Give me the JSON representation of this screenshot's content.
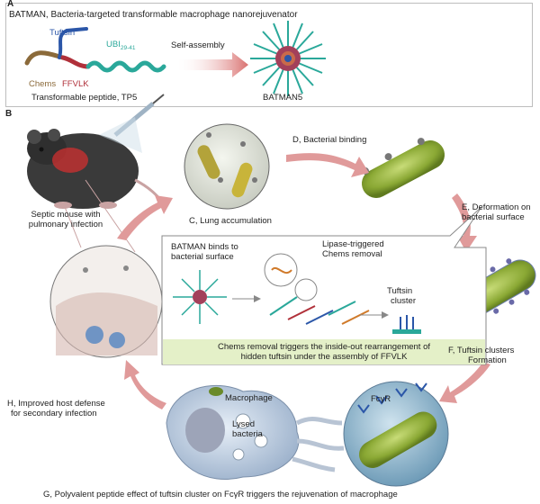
{
  "panel_a": {
    "letter": "A",
    "title": "BATMAN, Bacteria-targeted transformable macrophage nanorejuvenator",
    "tuftsin": "Tuftsin",
    "ubi_main": "UBI",
    "ubi_sub": "29-41",
    "chems": "Chems",
    "ffvlk": "FFVLK",
    "self_assembly": "Self-assembly",
    "peptide": "Transformable peptide, TP5",
    "nanoparticle": "BATMAN5"
  },
  "panel_b": {
    "letter": "B",
    "mouse": "Septic mouse with pulmonary infection",
    "c": "C, Lung accumulation",
    "d": "D, Bacterial binding",
    "e_line1": "E, Deformation on",
    "e_line2": "bacterial surface",
    "f_line1": "F, Tuftsin clusters",
    "f_line2": "Formation",
    "g": "G, Polyvalent peptide effect of tuftsin cluster on FcγR triggers the rejuvenation of macrophage",
    "h_line1": "H, Improved host defense",
    "h_line2": "for secondary infection",
    "binds_line1": "BATMAN binds to",
    "binds_line2": "bacterial surface",
    "lipase_line1": "Lipase-triggered",
    "lipase_line2": "Chems removal",
    "cluster_line1": "Tuftsin",
    "cluster_line2": "cluster",
    "rearrange_line1": "Chems removal triggers the inside-out rearrangement of",
    "rearrange_line2": "hidden tuftsin under the assembly of FFVLK",
    "macrophage": "Macrophage",
    "lysed_line1": "Lysed",
    "lysed_line2": "bacteria",
    "fcgr": "FcγR"
  },
  "colors": {
    "tuftsin": "#2b56a8",
    "ubi": "#2aa89a",
    "chems": "#8b6a3a",
    "ffvlk": "#b0303a",
    "arrow": "#e08a8a",
    "bacteria": "#8fae3a",
    "callout_bg": "#e4f0c8"
  }
}
